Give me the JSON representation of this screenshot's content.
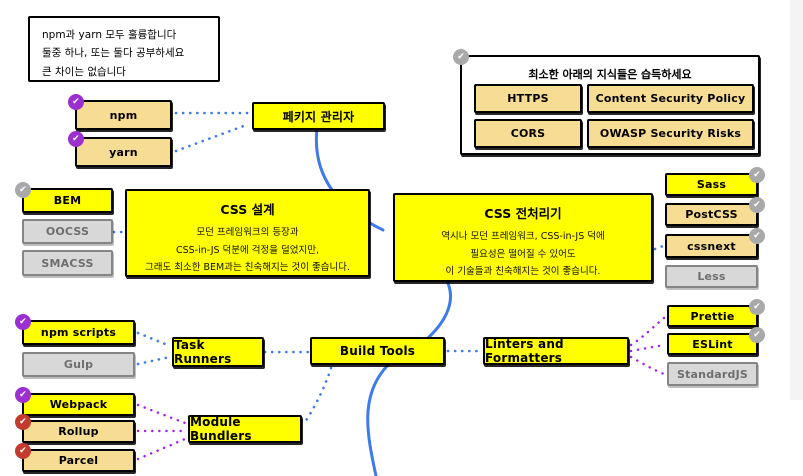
{
  "note": {
    "line1": "npm과 yarn 모두 훌륭합니다",
    "line2": "둘중 하나, 또는 둘다 공부하세요",
    "line3": "큰 차이는 없습니다"
  },
  "nodes": {
    "npm": {
      "label": "npm",
      "status": "done"
    },
    "yarn": {
      "label": "yarn",
      "status": "done"
    },
    "package_manager": {
      "label": "페키지 관리자"
    },
    "bem": {
      "label": "BEM",
      "status": "done-alt"
    },
    "oocss": {
      "label": "OOCSS"
    },
    "smacss": {
      "label": "SMACSS"
    },
    "sass": {
      "label": "Sass",
      "status": "done-alt"
    },
    "postcss": {
      "label": "PostCSS",
      "status": "done-alt"
    },
    "cssnext": {
      "label": "cssnext",
      "status": "done-alt"
    },
    "less": {
      "label": "Less"
    },
    "npm_scripts": {
      "label": "npm scripts",
      "status": "done"
    },
    "gulp": {
      "label": "Gulp"
    },
    "task_runners": {
      "label": "Task Runners"
    },
    "build_tools": {
      "label": "Build Tools"
    },
    "linters": {
      "label": "Linters and Formatters"
    },
    "prettie": {
      "label": "Prettie",
      "status": "done-alt"
    },
    "eslint": {
      "label": "ESLint",
      "status": "done-alt"
    },
    "standardjs": {
      "label": "StandardJS"
    },
    "webpack": {
      "label": "Webpack",
      "status": "done"
    },
    "rollup": {
      "label": "Rollup",
      "status": "skip"
    },
    "parcel": {
      "label": "Parcel",
      "status": "skip"
    },
    "module_bundlers": {
      "label": "Module Bundlers"
    }
  },
  "security": {
    "title": "최소한 아래의 지식들은 습득하세요",
    "https": "HTTPS",
    "csp": "Content Security Policy",
    "cors": "CORS",
    "owasp": "OWASP Security Risks"
  },
  "css_design": {
    "title": "CSS 설계",
    "line1": "모던 프레임워크의 등장과",
    "line2": "CSS-in-JS 덕분에 걱정을 덜었지만,",
    "line3": "그래도 최소한 BEM과는 친숙해지는 것이 좋습니다."
  },
  "css_preprocess": {
    "title": "CSS 전처리기",
    "line1": "역시나 모던 프레임워크, CSS-in-JS 덕에",
    "line2": "필요성은 떨어질 수 있어도",
    "line3": "이 기술들과 친숙해지는 것이 좋습니다."
  },
  "icons": {
    "check": "✔"
  },
  "colors": {
    "node_yellow": "#FFFF00",
    "node_tan": "#F7DC94",
    "node_gray": "#D8D8D8",
    "line_blue": "#3E7BE8",
    "line_purple": "#A21CEB",
    "badge_done_purple": "#9B2FD0",
    "badge_skip_red": "#C23B2E",
    "badge_done_gray": "#A9A9A9"
  }
}
